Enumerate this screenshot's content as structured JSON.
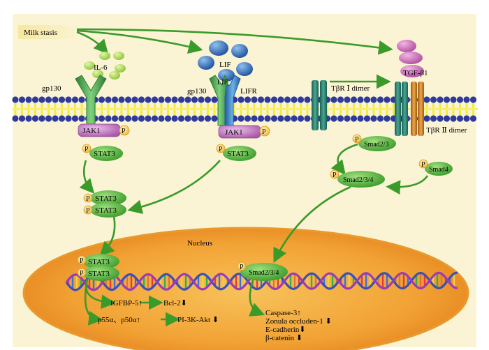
{
  "labels": {
    "milk_stasis": "Milk stasis",
    "il6": "IL-6",
    "lif_top": "LIF",
    "lif_receptor": "LIF",
    "gp130_left": "gp130",
    "gp130_right": "gp130",
    "lifr": "LIFR",
    "jak1_left": "JAK1",
    "jak1_right": "JAK1",
    "p": "P",
    "stat3": "STAT3",
    "tgfb1": "TGF-β1",
    "tbr1": "TβR Ⅰ dimer",
    "tbr2": "TβR Ⅱ dimer",
    "smad23": "Smad2/3",
    "smad234": "Smad2/3/4",
    "smad4": "Smad4",
    "nucleus": "Nucleus",
    "igfbp5": "IGFBP-5↑",
    "bcl2": "Bcl-2⬇",
    "p55": "p55α、p50α↑",
    "pi3k": "PI-3K-Akt ⬇",
    "caspase3": "Caspase-3↑",
    "zonula": "Zonula occluden-1 ⬇",
    "ecadherin": "E-cadherin⬇",
    "bcatenin": "β-catenin ⬇"
  },
  "colors": {
    "background": "#fbf4d4",
    "membrane_head": "#2e3a9c",
    "membrane_tail": "#f2ec3c",
    "arrow": "#3a9a2a",
    "stat3": "#4caf3a",
    "jak1": "#c77bc7",
    "phospho": "#f4c242",
    "nucleus": "#f3a33a",
    "lif": "#2f6fc0",
    "il6": "#a8d655",
    "tgf": "#c864b4",
    "gp130": "#5cb85c",
    "tbr1": "#2e8a78",
    "tbr2": "#d98a2b"
  }
}
